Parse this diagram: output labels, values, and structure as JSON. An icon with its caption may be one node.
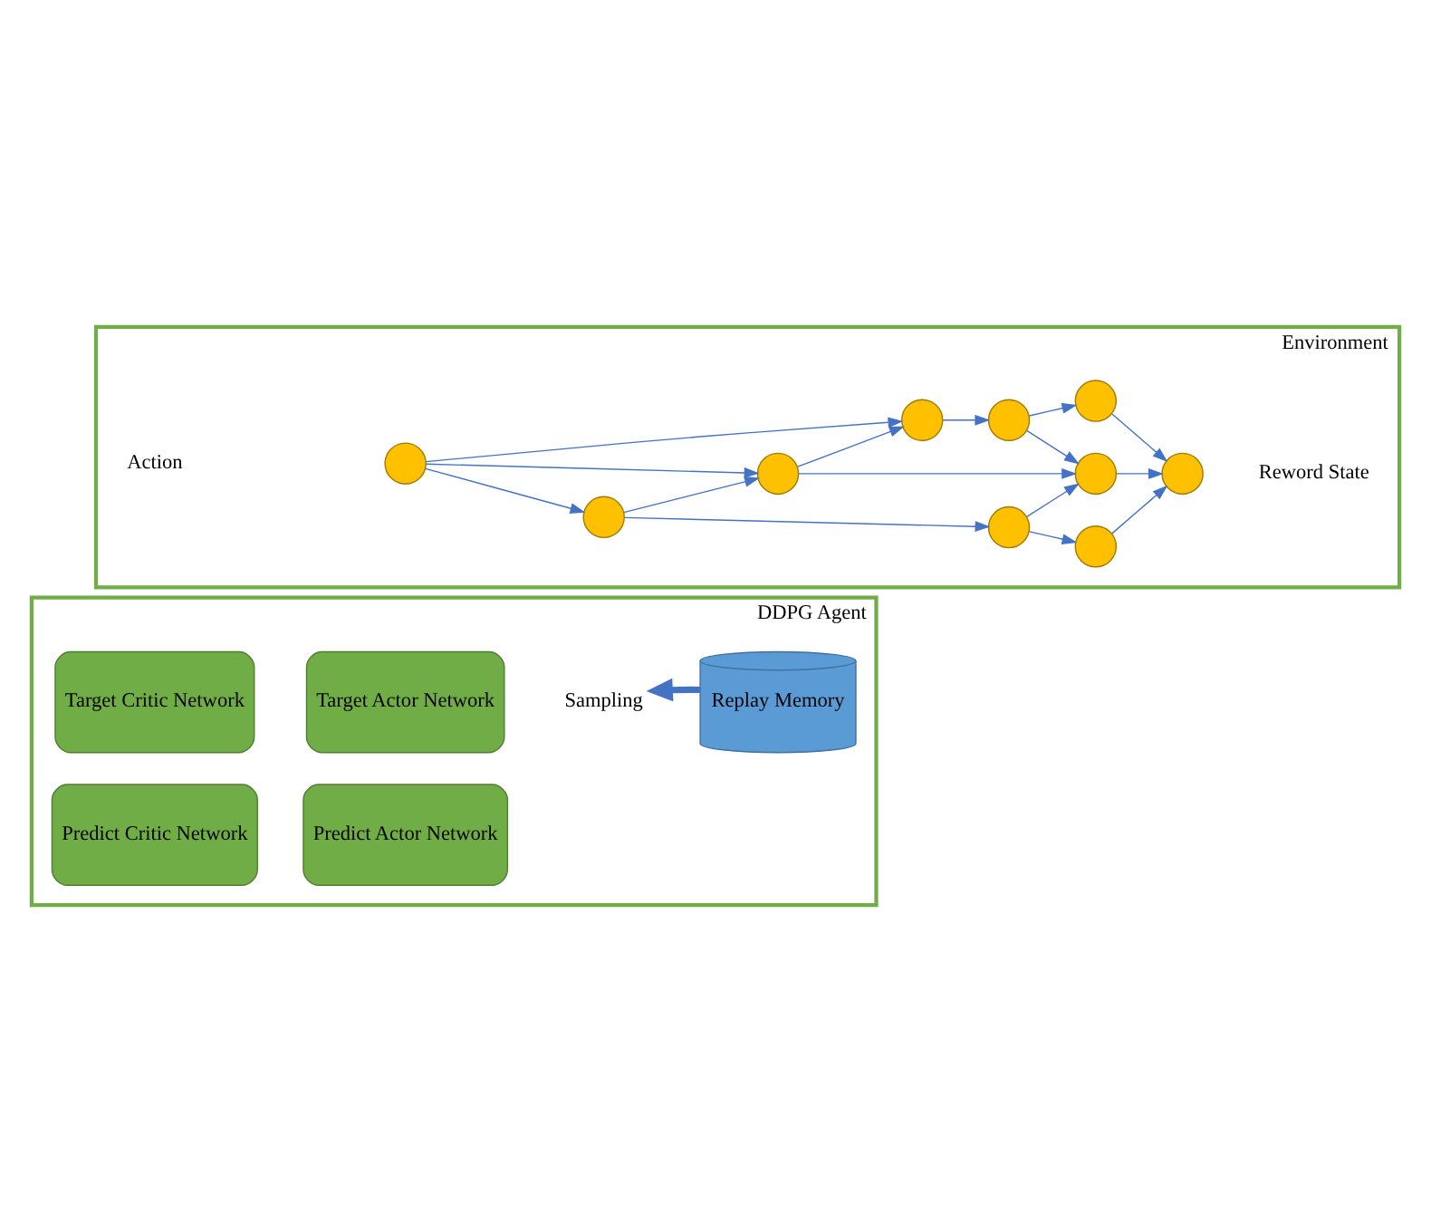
{
  "diagram": {
    "nodes": [
      {
        "text": [
          "DDPG Agent"
        ]
      },
      {
        "text": [
          "Target Critic Network"
        ],
        "in": 0
      },
      {
        "text": [
          "Target Actor Network"
        ],
        "in": 0
      },
      {
        "text": [
          "Sampling"
        ],
        "in": 0
      },
      {
        "text": [
          "Replay Memory"
        ],
        "in": 0
      },
      {
        "text": [
          "Predict Critic Network"
        ],
        "in": 0
      },
      {
        "text": [
          "Predict Actor Network"
        ],
        "in": 0
      },
      {
        "text": [
          "Environment"
        ]
      },
      {
        "text": [],
        "shape": "circle",
        "in": 7
      },
      {
        "text": [],
        "shape": "circle",
        "in": 7
      },
      {
        "text": [],
        "shape": "circle",
        "in": 7
      },
      {
        "text": [],
        "shape": "circle",
        "in": 7
      },
      {
        "text": [],
        "shape": "circle",
        "in": 7
      },
      {
        "text": [],
        "shape": "circle",
        "in": 7
      },
      {
        "text": [],
        "shape": "circle",
        "in": 7
      },
      {
        "text": [],
        "shape": "circle",
        "in": 7
      },
      {
        "text": [],
        "shape": "circle",
        "in": 7
      },
      {
        "text": [],
        "shape": "circle",
        "in": 7
      }
    ],
    "edges": [
      {
        "from": 4,
        "to": 3,
        "arrow": "to",
        "style": "thick"
      },
      {
        "from": 8,
        "to": 9,
        "arrow": "to"
      },
      {
        "from": 8,
        "to": 10,
        "arrow": "to"
      },
      {
        "from": 8,
        "to": 11,
        "arrow": "to"
      },
      {
        "from": 9,
        "to": 12,
        "arrow": "to"
      },
      {
        "from": 9,
        "to": 10,
        "arrow": "to"
      },
      {
        "from": 10,
        "to": 11,
        "arrow": "to"
      },
      {
        "from": 10,
        "to": 13,
        "arrow": "to"
      },
      {
        "from": 11,
        "to": 14,
        "arrow": "to"
      },
      {
        "from": 12,
        "to": 15,
        "arrow": "to"
      },
      {
        "from": 12,
        "to": 13,
        "arrow": "to"
      },
      {
        "from": 14,
        "to": 13,
        "arrow": "to"
      },
      {
        "from": 14,
        "to": 17,
        "arrow": "to"
      },
      {
        "from": 15,
        "to": 16,
        "arrow": "to"
      },
      {
        "from": 13,
        "to": 16,
        "arrow": "to"
      },
      {
        "from": 17,
        "to": 16,
        "arrow": "to"
      }
    ],
    "labels": [
      "Action",
      "Reword State"
    ]
  }
}
